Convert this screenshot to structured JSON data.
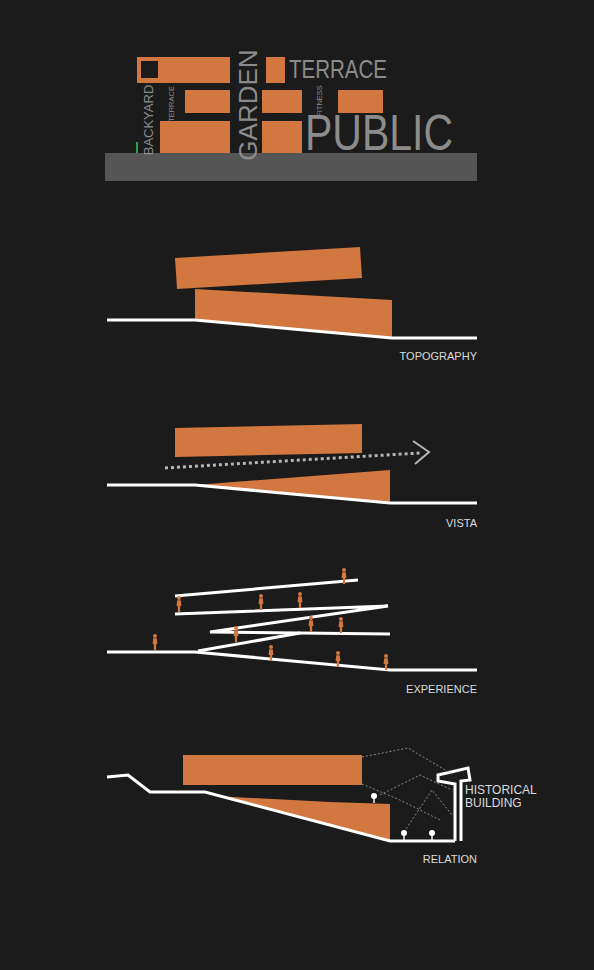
{
  "diagram": {
    "labels": [
      "BACKYARD",
      "TERRACE",
      "GARDEN",
      "TERRACE",
      "FITNESS",
      "PUBLIC",
      "TOPOGRAPHY",
      "VISTA",
      "EXPERIENCE",
      "HISTORICAL BUILDING",
      "RELATION"
    ]
  }
}
